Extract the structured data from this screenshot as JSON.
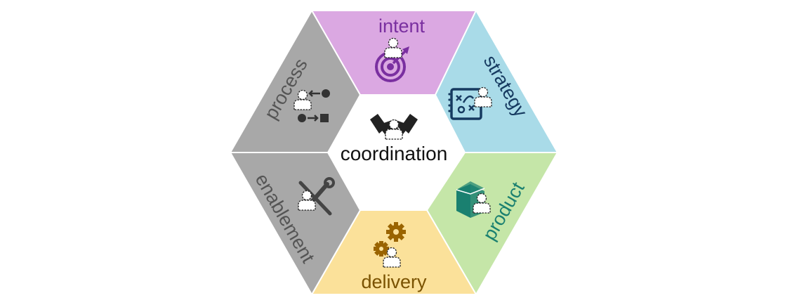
{
  "center": {
    "label": "coordination",
    "icon": "handshake-icon"
  },
  "segments": [
    {
      "id": "intent",
      "label": "intent",
      "color": "#dba8e2",
      "text_color": "#7a2fa0",
      "icon": "target-icon",
      "icon_color": "#7a2fa0"
    },
    {
      "id": "strategy",
      "label": "strategy",
      "color": "#a9dbe8",
      "text_color": "#163a60",
      "icon": "strategy-board-icon",
      "icon_color": "#163a60"
    },
    {
      "id": "product",
      "label": "product",
      "color": "#c5e6a8",
      "text_color": "#1a8070",
      "icon": "package-icon",
      "icon_color": "#1a8070"
    },
    {
      "id": "delivery",
      "label": "delivery",
      "color": "#fbe19a",
      "text_color": "#7a5200",
      "icon": "gears-icon",
      "icon_color": "#9a6400"
    },
    {
      "id": "enablement",
      "label": "enablement",
      "color": "#a8a8a8",
      "text_color": "#555555",
      "icon": "tools-icon",
      "icon_color": "#444444"
    },
    {
      "id": "process",
      "label": "process",
      "color": "#a8a8a8",
      "text_color": "#555555",
      "icon": "process-flow-icon",
      "icon_color": "#333333"
    }
  ]
}
